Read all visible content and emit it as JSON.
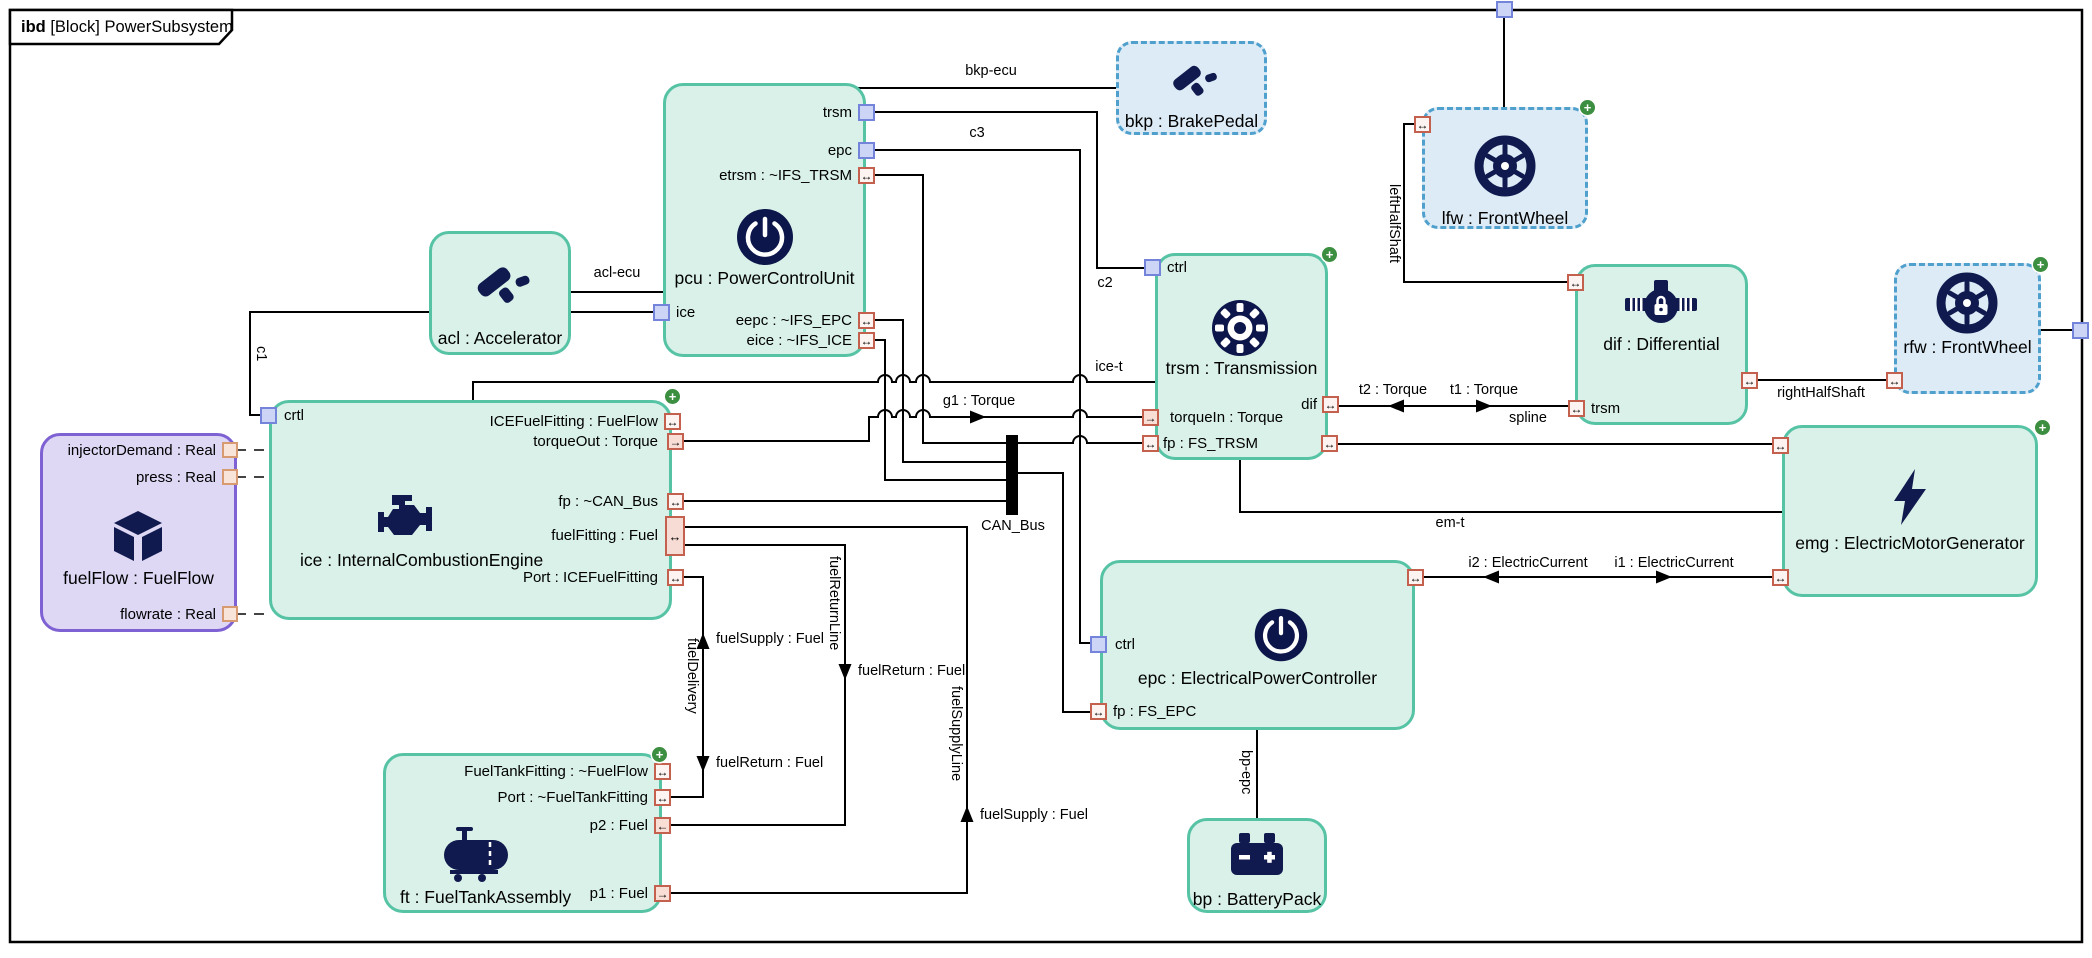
{
  "title": {
    "keyword": "ibd",
    "name": "[Block] PowerSubsystem"
  },
  "glyphs": {
    "bidir": "↔",
    "right": "→",
    "left": "←",
    "plus": "+"
  },
  "blocks": {
    "acl": {
      "label": "acl : Accelerator"
    },
    "pcu": {
      "label": "pcu : PowerControlUnit"
    },
    "bkp": {
      "label": "bkp : BrakePedal"
    },
    "lfw": {
      "label": "lfw : FrontWheel"
    },
    "rfw": {
      "label": "rfw : FrontWheel"
    },
    "dif": {
      "label": "dif : Differential"
    },
    "trsm": {
      "label": "trsm : Transmission"
    },
    "emg": {
      "label": "emg : ElectricMotorGenerator"
    },
    "epc": {
      "label": "epc : ElectricalPowerController"
    },
    "bp": {
      "label": "bp : BatteryPack"
    },
    "ice": {
      "label": "ice : InternalCombustionEngine"
    },
    "fuelFlow": {
      "label": "fuelFlow : FuelFlow"
    },
    "ft": {
      "label": "ft : FuelTankAssembly"
    }
  },
  "ports": {
    "pcu_trsm": "trsm",
    "pcu_epc": "epc",
    "pcu_etrsm": "etrsm : ~IFS_TRSM",
    "pcu_eepc": "eepc : ~IFS_EPC",
    "pcu_eice": "eice : ~IFS_ICE",
    "pcu_ice": "ice",
    "trsm_ctrl": "ctrl",
    "trsm_torqueIn": "torqueIn : Torque",
    "trsm_fp": "fp : FS_TRSM",
    "trsm_dif": "dif",
    "dif_trsm": "trsm",
    "epc_ctrl": "ctrl",
    "epc_fp": "fp : FS_EPC",
    "ice_crtl": "crtl",
    "ice_icefuel": "ICEFuelFitting : FuelFlow",
    "ice_torqueOut": "torqueOut : Torque",
    "ice_fp": "fp : ~CAN_Bus",
    "ice_fuelFitting": "fuelFitting : Fuel",
    "ice_port": "Port : ICEFuelFitting",
    "ft_fitting": "FuelTankFitting : ~FuelFlow",
    "ft_port": "Port : ~FuelTankFitting",
    "ft_p2": "p2 : Fuel",
    "ft_p1": "p1 : Fuel",
    "ff_injectorDemand": "injectorDemand : Real",
    "ff_press": "press : Real",
    "ff_flowrate": "flowrate : Real"
  },
  "connectors": {
    "acl_ecu": "acl-ecu",
    "bkp_ecu": "bkp-ecu",
    "c1": "c1",
    "c2": "c2",
    "c3": "c3",
    "ice_t": "ice-t",
    "g1": "g1 : Torque",
    "can_bus": "CAN_Bus",
    "em_t": "em-t",
    "bp_epc": "bp-epc",
    "spline": "spline",
    "t1": "t1 : Torque",
    "t2": "t2 : Torque",
    "i1": "i1 : ElectricCurrent",
    "i2": "i2 : ElectricCurrent",
    "leftHalfShaft": "leftHalfShaft",
    "rightHalfShaft": "rightHalfShaft",
    "fuelDelivery": "fuelDelivery",
    "fuelReturnLine": "fuelReturnLine",
    "fuelSupplyLine": "fuelSupplyLine",
    "fuelSupply_delivery": "fuelSupply : Fuel",
    "fuelReturn_delivery": "fuelReturn : Fuel",
    "fuelReturn_line": "fuelReturn : Fuel",
    "fuelSupply_line": "fuelSupply : Fuel"
  },
  "colors": {
    "block_teal_fill": "#d9f1e8",
    "block_teal_border": "#57c3a5",
    "block_blue_fill": "#dcebf6",
    "block_blue_border": "#4fa0cd",
    "block_purple_fill": "#ded8f5",
    "block_purple_border": "#7e61d2",
    "icon_navy": "#101a4e",
    "port_blue_fill": "#ccd5f5",
    "port_blue_border": "#7484da",
    "port_red_border": "#c4604e",
    "port_val_border": "#d89a70",
    "expand_green": "#3c8e40",
    "wire": "#000000"
  }
}
